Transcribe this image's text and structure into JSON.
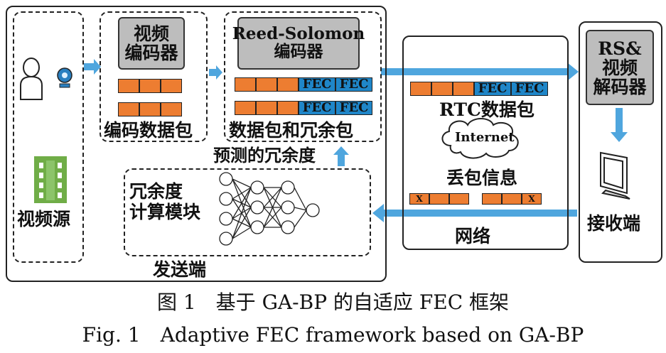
{
  "sender": {
    "label": "发送端",
    "source_label": "视频源",
    "encoder": "视频\n编码器",
    "encoded_packets_label": "编码数据包",
    "rs_encoder": "Reed-Solomon\n编码器",
    "packets_with_redundancy_label": "数据包和冗余包",
    "predicted_redundancy_label": "预测的冗余度",
    "module_label": "冗余度\n计算模块",
    "fec_tag": "FEC"
  },
  "network": {
    "label": "网络",
    "rtc_packets_label": "RTC数据包",
    "internet_label": "Internet",
    "loss_info_label": "丢包信息",
    "lost_mark": "X"
  },
  "receiver": {
    "label": "接收端",
    "decoder": "RS&\n视频\n解码器"
  },
  "caption": {
    "zh": "图 1　基于 GA-BP 的自适应 FEC 框架",
    "en": "Fig. 1　Adaptive FEC framework based on GA-BP"
  },
  "colors": {
    "packet": "#ed7d31",
    "fec": "#1f86c8",
    "arrow": "#4fa6de",
    "video_icon": "#70ad47",
    "box_gray": "#bdbdbd"
  }
}
